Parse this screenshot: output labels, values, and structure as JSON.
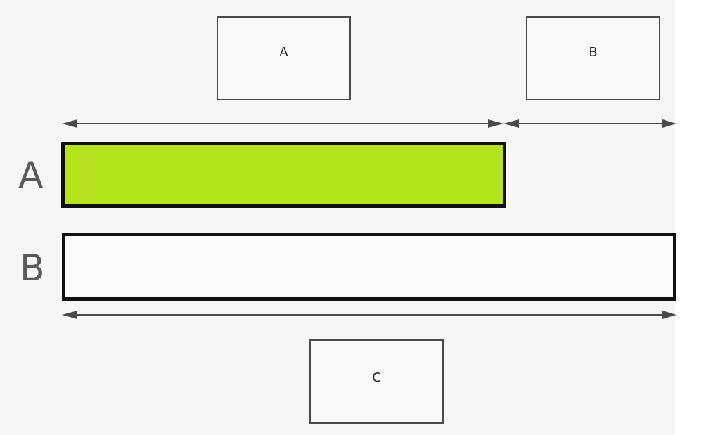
{
  "diagram": {
    "boxes": {
      "a": {
        "label": "A"
      },
      "b": {
        "label": "B"
      },
      "c": {
        "label": "C"
      }
    },
    "rows": {
      "a": {
        "letter": "A",
        "fill_color": "#b5e31e"
      },
      "b": {
        "letter": "B",
        "fill_color": "#fbfbfb"
      }
    },
    "arrow_color": "#4a4a4a",
    "border_color": "#111111"
  }
}
